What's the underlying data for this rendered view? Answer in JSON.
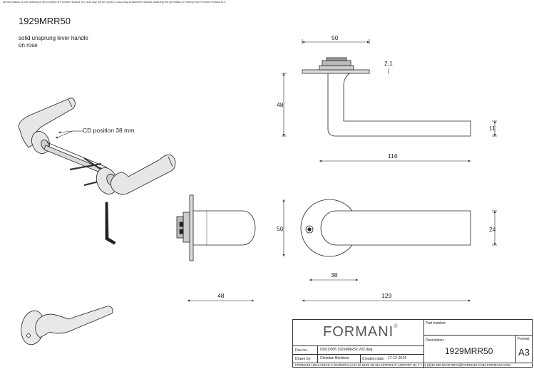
{
  "header": {
    "disclaimer": "All information on the drawing is the property of Formani Holland B.V. and may not be copied, in any way whatsoever without obtaining the permission in writing from Formani Holland B.V.",
    "product_code": "1929MRR50",
    "description_line1": "solid unsprung lever handle",
    "description_line2": "on rose"
  },
  "annotations": {
    "cd_position": "CD position 38 mm"
  },
  "dimensions": {
    "top_width": "50",
    "rose_thickness": "2,1",
    "height": "48",
    "lever_thickness": "11",
    "lever_length": "116",
    "rose_diameter": "50",
    "lever_width": "24",
    "rose_offset": "38",
    "front_projection": "48",
    "total_length": "129"
  },
  "title_block": {
    "brand": "FORMANI",
    "registered": "®",
    "part_number_label": "Part number:",
    "description_label": "Description:",
    "description_value": "1929MRR50",
    "format_label": "Format:",
    "format_value": "A3",
    "doc_label": "Doc.no.:",
    "doc_value": "0301D005 1929MRR50 V02.dwg",
    "drawn_label": "Drawn by:",
    "drawn_value": "Christian Brimbois",
    "creation_label": "Creation date:",
    "creation_value": "17-12-2014",
    "footer": "FORMANI HOLLAND B.V.  EUROPALAAN 12  6199 AB MAASTRICHT-AIRPORT NL  T +31 (0)43 308 90 00 INFO@FORMANI.COM FORMANI.COM"
  }
}
